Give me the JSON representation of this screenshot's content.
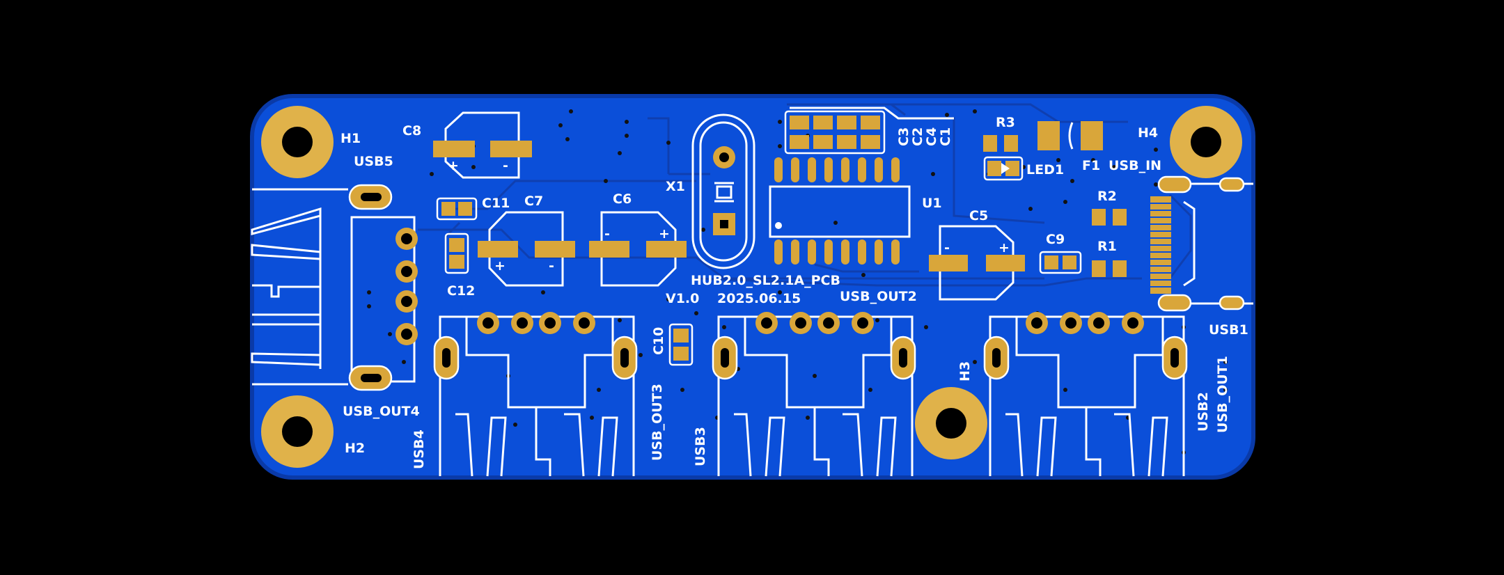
{
  "board": {
    "title": "HUB2.0_SL2.1A_PCB",
    "version": "V1.0",
    "date": "2025.06.15",
    "colors": {
      "background": "#000000",
      "copper": "#0b4fd9",
      "copper_edge": "#0a3aa8",
      "pad": "#d9a63a",
      "silkscreen": "#ffffff"
    }
  },
  "labels": {
    "h1": "H1",
    "h2": "H2",
    "h3": "H3",
    "h4": "H4",
    "c1": "C1",
    "c2": "C2",
    "c3": "C3",
    "c4": "C4",
    "c5": "C5",
    "c6": "C6",
    "c7": "C7",
    "c8": "C8",
    "c9": "C9",
    "c10": "C10",
    "c11": "C11",
    "c12": "C12",
    "r1": "R1",
    "r2": "R2",
    "r3": "R3",
    "f1": "F1",
    "led1": "LED1",
    "u1": "U1",
    "x1": "X1",
    "usb1": "USB1",
    "usb2": "USB2",
    "usb3": "USB3",
    "usb4": "USB4",
    "usb5": "USB5",
    "usb_in": "USB_IN",
    "usb_out1": "USB_OUT1",
    "usb_out2": "USB_OUT2",
    "usb_out3": "USB_OUT3",
    "usb_out4": "USB_OUT4",
    "plus": "+",
    "minus": "-"
  }
}
